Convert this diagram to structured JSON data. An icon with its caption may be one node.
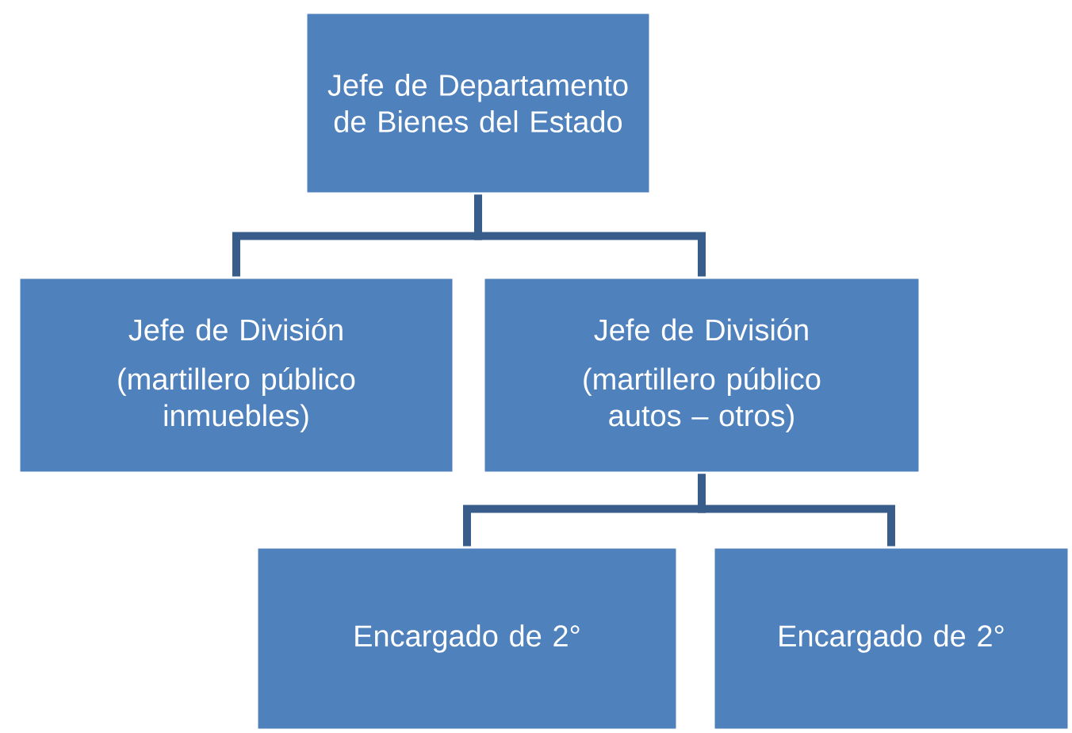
{
  "diagram": {
    "nodes": [
      {
        "text": [
          "Jefe de Departamento de Bienes del Estado"
        ]
      },
      {
        "text": [
          "Jefe de División",
          "(martillero público inmuebles)"
        ]
      },
      {
        "text": [
          "Jefe de División",
          "(martillero público autos – otros)"
        ]
      },
      {
        "text": [
          "Encargado de 2°"
        ]
      },
      {
        "text": [
          "Encargado de 2°"
        ]
      }
    ],
    "edges": [
      {
        "from": 0,
        "to": 1,
        "arrow": "none"
      },
      {
        "from": 0,
        "to": 2,
        "arrow": "none"
      },
      {
        "from": 2,
        "to": 3,
        "arrow": "none"
      },
      {
        "from": 2,
        "to": 4,
        "arrow": "none"
      }
    ]
  }
}
